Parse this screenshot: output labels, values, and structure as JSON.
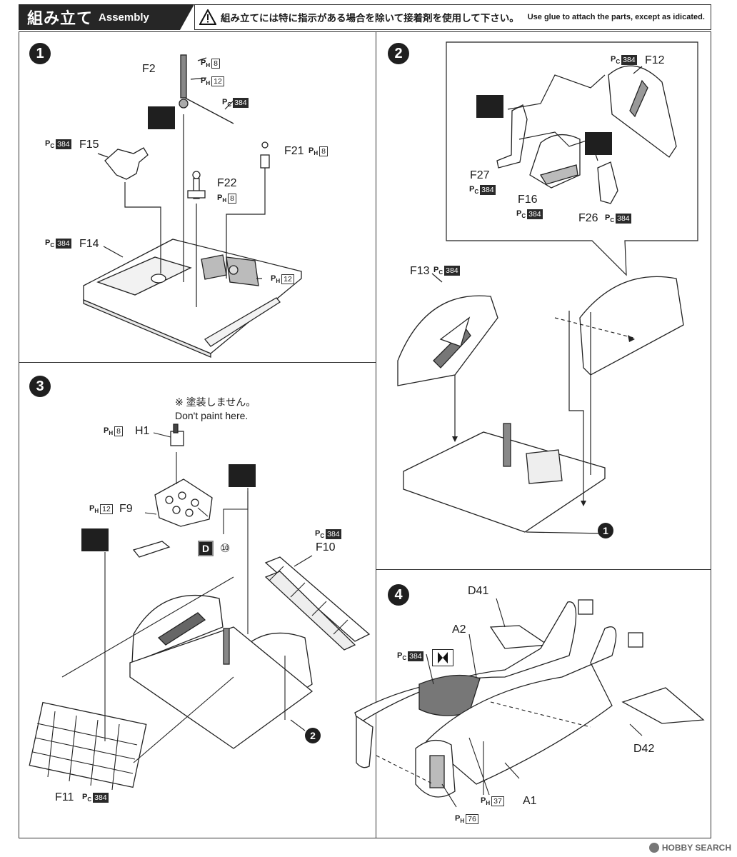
{
  "header": {
    "title_jp": "組み立て",
    "title_en": "Assembly",
    "warning_jp": "組み立てには特に指示がある場合を除いて接着剤を使用して下さい。",
    "warning_en": "Use glue to attach the parts, except as idicated."
  },
  "steps": [
    {
      "number": "1",
      "parts": [
        {
          "label": "F2"
        },
        {
          "label": "F15"
        },
        {
          "label": "F21"
        },
        {
          "label": "F22"
        },
        {
          "label": "F14"
        }
      ],
      "codes": [
        {
          "prefix": "P",
          "sub": "H",
          "value": "8"
        },
        {
          "prefix": "P",
          "sub": "H",
          "value": "12"
        },
        {
          "prefix": "P",
          "sub": "C",
          "value": "384"
        },
        {
          "prefix": "P",
          "sub": "C",
          "value": "384"
        },
        {
          "prefix": "P",
          "sub": "H",
          "value": "8"
        },
        {
          "prefix": "P",
          "sub": "H",
          "value": "8"
        },
        {
          "prefix": "P",
          "sub": "C",
          "value": "384"
        },
        {
          "prefix": "P",
          "sub": "H",
          "value": "12"
        }
      ]
    },
    {
      "number": "2",
      "parts": [
        {
          "label": "F12"
        },
        {
          "label": "F27"
        },
        {
          "label": "F16"
        },
        {
          "label": "F26"
        },
        {
          "label": "F13"
        }
      ],
      "codes": [
        {
          "prefix": "P",
          "sub": "C",
          "value": "384"
        },
        {
          "prefix": "P",
          "sub": "C",
          "value": "384"
        },
        {
          "prefix": "P",
          "sub": "C",
          "value": "384"
        },
        {
          "prefix": "P",
          "sub": "C",
          "value": "384"
        },
        {
          "prefix": "P",
          "sub": "C",
          "value": "384"
        }
      ],
      "ref_step": "1"
    },
    {
      "number": "3",
      "note_jp": "※ 塗装しません。",
      "note_en": "Don't paint here.",
      "parts": [
        {
          "label": "H1"
        },
        {
          "label": "F9"
        },
        {
          "label": "F10"
        },
        {
          "label": "F11"
        }
      ],
      "codes": [
        {
          "prefix": "P",
          "sub": "H",
          "value": "8"
        },
        {
          "prefix": "P",
          "sub": "H",
          "value": "12"
        },
        {
          "prefix": "P",
          "sub": "C",
          "value": "384"
        },
        {
          "prefix": "P",
          "sub": "C",
          "value": "384"
        }
      ],
      "decal_letter": "D",
      "decal_number": "⑩",
      "ref_step": "2"
    },
    {
      "number": "4",
      "parts": [
        {
          "label": "D41"
        },
        {
          "label": "A2"
        },
        {
          "label": "D42"
        },
        {
          "label": "A1"
        }
      ],
      "codes": [
        {
          "prefix": "P",
          "sub": "C",
          "value": "384"
        },
        {
          "prefix": "P",
          "sub": "H",
          "value": "37"
        },
        {
          "prefix": "P",
          "sub": "H",
          "value": "76"
        }
      ]
    }
  ],
  "footer": {
    "watermark": "HOBBY SEARCH"
  }
}
